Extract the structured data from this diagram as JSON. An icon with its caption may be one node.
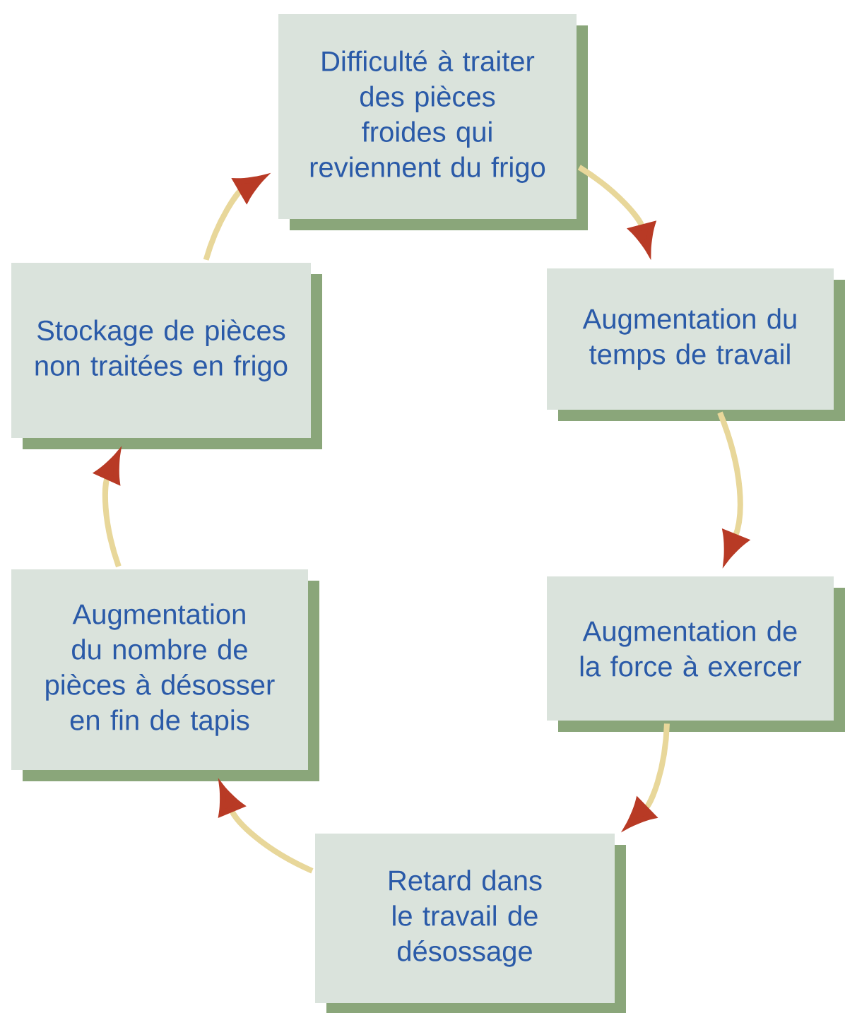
{
  "diagram": {
    "nodes": [
      {
        "text": [
          "Difficulté à traiter des pièces froides qui reviennent du frigo"
        ]
      },
      {
        "text": [
          "Augmentation du temps de travail"
        ]
      },
      {
        "text": [
          "Augmentation de la force à exercer"
        ]
      },
      {
        "text": [
          "Retard dans le travail de désossage"
        ]
      },
      {
        "text": [
          "Augmentation du nombre de pièces à désosser en fin de tapis"
        ]
      },
      {
        "text": [
          "Stockage de pièces non traitées en frigo"
        ]
      }
    ],
    "edges": [
      {
        "from": 0,
        "to": 1,
        "arrow": "to"
      },
      {
        "from": 1,
        "to": 2,
        "arrow": "to"
      },
      {
        "from": 2,
        "to": 3,
        "arrow": "to"
      },
      {
        "from": 3,
        "to": 4,
        "arrow": "to"
      },
      {
        "from": 4,
        "to": 5,
        "arrow": "to"
      },
      {
        "from": 5,
        "to": 0,
        "arrow": "to"
      }
    ]
  }
}
